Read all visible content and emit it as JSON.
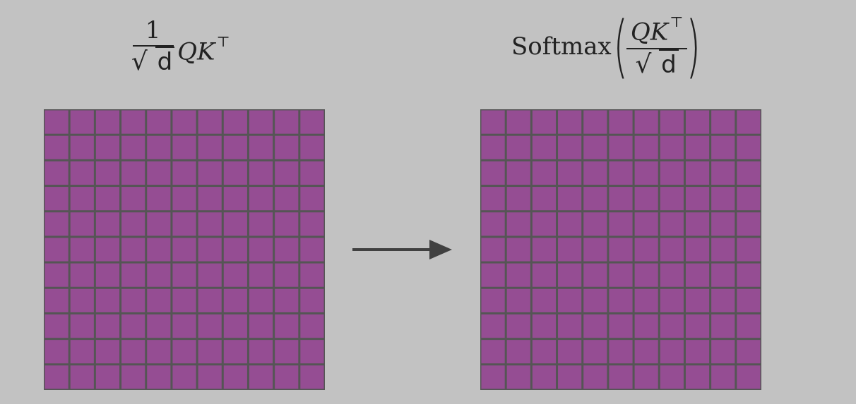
{
  "left_formula": {
    "numerator": "1",
    "radical": "√",
    "radicand": "d",
    "q": "Q",
    "k": "K",
    "transpose": "⊤"
  },
  "right_formula": {
    "function": "Softmax",
    "open_paren": "(",
    "close_paren": ")",
    "q": "Q",
    "k": "K",
    "transpose": "⊤",
    "radical": "√",
    "radicand": "d"
  },
  "matrices": {
    "rows": 11,
    "cols": 11,
    "cell_color": "#954D93",
    "grid_color": "#555555"
  },
  "colors": {
    "background": "#C2C2C2",
    "arrow": "#404040"
  }
}
